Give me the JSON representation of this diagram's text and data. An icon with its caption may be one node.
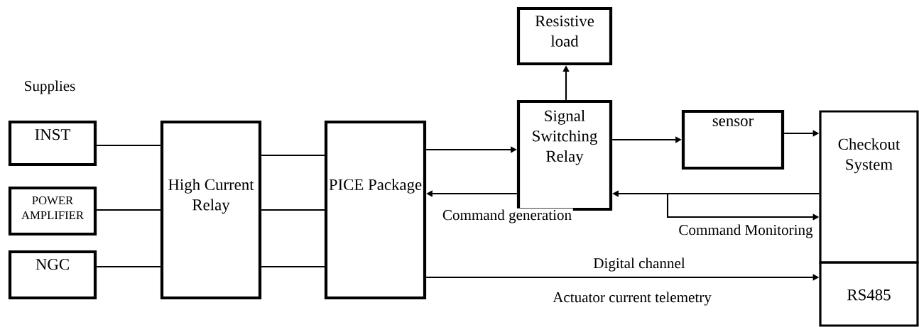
{
  "diagram": {
    "nodes": [
      {
        "text": [
          "INST"
        ]
      },
      {
        "text": [
          "POWER AMPLIFIER"
        ]
      },
      {
        "text": [
          "NGC"
        ]
      },
      {
        "text": [
          "High Current Relay"
        ]
      },
      {
        "text": [
          "PICE Package"
        ]
      },
      {
        "text": [
          "Resistive load"
        ]
      },
      {
        "text": [
          "Signal Switching Relay"
        ]
      },
      {
        "text": [
          "sensor"
        ]
      },
      {
        "text": [
          "Checkout System"
        ]
      },
      {
        "text": [
          "RS485"
        ]
      }
    ],
    "edges": [
      {
        "from": 0,
        "to": 3,
        "arrow": "none"
      },
      {
        "from": 1,
        "to": 3,
        "arrow": "none"
      },
      {
        "from": 2,
        "to": 3,
        "arrow": "none"
      },
      {
        "from": 3,
        "to": 4,
        "arrow": "none"
      },
      {
        "from": 3,
        "to": 4,
        "arrow": "none"
      },
      {
        "from": 3,
        "to": 4,
        "arrow": "none"
      },
      {
        "from": 4,
        "to": 6,
        "arrow": "to"
      },
      {
        "from": 6,
        "to": 4,
        "arrow": "to",
        "label": "Command generation"
      },
      {
        "from": 6,
        "to": 5,
        "arrow": "to"
      },
      {
        "from": 6,
        "to": 7,
        "arrow": "to"
      },
      {
        "from": 7,
        "to": 8,
        "arrow": "to"
      },
      {
        "from": 8,
        "to": 6,
        "arrow": "to"
      },
      {
        "from": null,
        "to": 8,
        "arrow": "to",
        "label": "Command Monitoring"
      },
      {
        "from": 4,
        "to": 9,
        "arrow": "to",
        "label": "Digital channel"
      }
    ],
    "labels": [
      "Supplies",
      "Actuator current telemetry"
    ]
  }
}
